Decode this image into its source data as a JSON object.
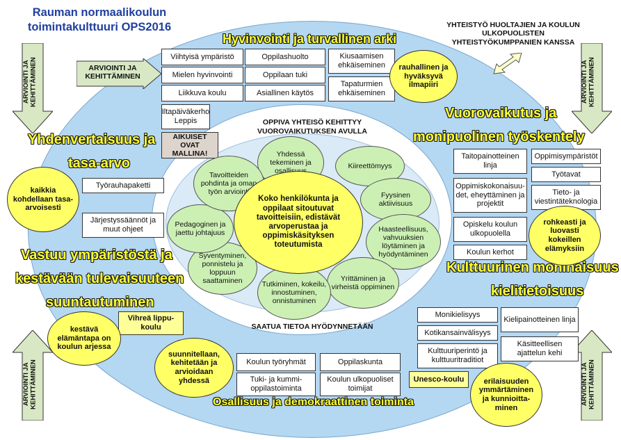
{
  "title": "Rauman normaalikoulun toimintakulttuuri OPS2016",
  "title_lines": [
    "Rauman normaalikoulun",
    "toimintakulttuuri OPS2016"
  ],
  "themes": {
    "wellbeing": "Hyvinvointi ja turvallinen arki",
    "equality_1": "Yhdenvertaisuus ja",
    "equality_2": "tasa-arvo",
    "interaction_1": "Vuorovaikutus ja",
    "interaction_2": "monipuolinen työskentely",
    "environment_1": "Vastuu ympäristöstä ja",
    "environment_2": "kestävään tulevaisuuteen",
    "environment_3": "suuntautuminen",
    "culture_1": "Kulttuurinen moninaisuus ja",
    "culture_2": "kielitietoisuus",
    "participation": "Osallisuus ja demokraattinen toiminta"
  },
  "arrows": {
    "eval_vertical_1": "ARVIOINTI JA KEHITTÄMINEN",
    "eval_vertical_2": "ARVIOINTI JA KEHITTÄMINEN",
    "eval_vertical_3": "ARVIOINTI JA KEHITTÄMINEN",
    "eval_vertical_4": "ARVIOINTI JA KEHITTÄMINEN",
    "eval_right_1": "ARVIOINTI JA",
    "eval_right_2": "KEHITTÄMINEN"
  },
  "cooperation": [
    "YHTEISTYÖ HUOLTAJIEN JA KOULUN",
    "ULKOPUOLISTEN",
    "YHTEISTYÖKUMPPANIEN KANSSA"
  ],
  "wellbeing_boxes": [
    "Viihtyisä ympäristö",
    "Oppilashuolto",
    "Kiusaamisen ehkäiseminen",
    "Mielen hyvinvointi",
    "Oppilaan tuki",
    "Tapaturmien ehkäiseminen",
    "Liikkuva koulu",
    "Asiallinen käytös"
  ],
  "iltapaiva": "Iltapäiväkerho Leppis",
  "role_model": "AIKUISET OVAT MALLINA!",
  "equality_boxes": [
    "Työrauhapaketti",
    "Järjestyssäännöt ja muut ohjeet"
  ],
  "interaction_boxes": [
    "Taitopainotteinen linja",
    "Oppimisympäristöt",
    "Työtavat",
    "Oppimiskokonaisuu-det, eheyttäminen ja projektit",
    "Tieto- ja viestintäteknologia",
    "Opiskelu koulun ulkopuolella",
    "Koulun kerhot"
  ],
  "culture_boxes": [
    "Monikielisyys",
    "Kielipainotteinen linja",
    "Kotikansainvälisyys",
    "Kulttuuriperintö ja kulttuuritraditiot",
    "Käsitteellisen ajattelun kehi"
  ],
  "participation_boxes": [
    "Koulun työryhmät",
    "Oppilaskunta",
    "Tuki- ja kummi-oppilastoiminta",
    "Koulun ulkopuoliset toimijat"
  ],
  "unesco": "Unesco-koulu",
  "green_flag": "Vihreä lippu-koulu",
  "yellow_ovals": {
    "calm": "rauhallinen ja hyväksyvä ilmapiiri",
    "equal": "kaikkia kohdellaan tasa-arvoisesti",
    "sustain": "kestävä elämäntapa on koulun arjessa",
    "plan": "suunnitellaan, kehitetään ja arvioidaan yhdessä",
    "diversity": "erilaisuuden ymmärtäminen ja kunnioitta-minen",
    "brave": "rohkeasti ja luovasti kokeillen elämyksiin"
  },
  "inner": {
    "top_1": "OPPIVA YHTEISÖ KEHITTYY",
    "top_2": "VUOROVAIKUTUKSEN AVULLA",
    "bottom": "SAATUA TIETOA HYÖDYNNETÄÄN",
    "center": "Koko henkilökunta ja oppilaat sitoutuvat tavoitteisiin, edistävät arvoperustaa ja oppimiskäsityksen toteutumista",
    "petals": [
      "Yhdessä tekeminen ja osallisuus",
      "Kiireettömyys",
      "Fyysinen aktiivisuus",
      "Haasteellisuus, vahvuuksien löytäminen ja hyödyntäminen",
      "Yrittäminen ja virheistä oppiminen",
      "Tutkiminen, kokeilu, innostuminen, onnistuminen",
      "Syventyminen, ponnistelu ja loppuun saattaminen",
      "Pedagoginen ja jaettu johtajuus",
      "Tavoitteiden pohdinta ja oman työn arviointi"
    ]
  },
  "colors": {
    "outer_ellipse": "#b4d7f2",
    "oval": "#ffff66",
    "petal": "#ccf0b4",
    "arrow": "#d9e8c4",
    "theme_text": "#ffff33"
  }
}
